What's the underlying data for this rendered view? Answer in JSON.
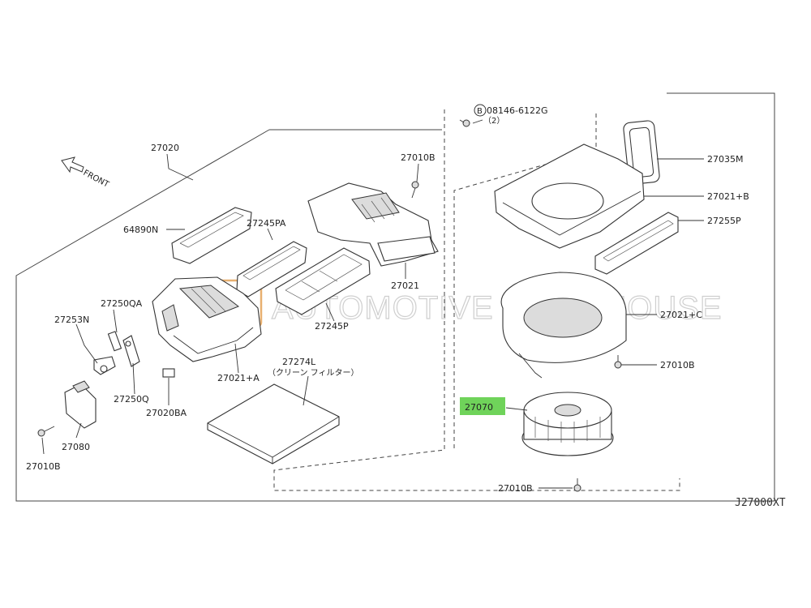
{
  "direction": {
    "label": "FRONT"
  },
  "callouts": {
    "c_27020": "27020",
    "c_27010b_top": "27010B",
    "c_64890n": "64890N",
    "c_27245pa": "27245PA",
    "c_27245p": "27245P",
    "c_27021": "27021",
    "c_27250qa": "27250QA",
    "c_27253n": "27253N",
    "c_27250q": "27250Q",
    "c_27021a": "27021+A",
    "c_27274l": "27274L",
    "c_27274l_note": "（クリーン フィルター）",
    "c_27020ba": "27020BA",
    "c_27080": "27080",
    "c_27010b_left": "27010B",
    "c_bolt": "08146-6122G",
    "c_bolt_qty": "（2）",
    "c_27035m": "27035M",
    "c_27021b": "27021+B",
    "c_27255p": "27255P",
    "c_27021c": "27021+C",
    "c_27010b_right": "27010B",
    "c_27070": "27070",
    "c_27010b_bottom": "27010B"
  },
  "highlight": {
    "part": "27070",
    "color": "#6fd35a"
  },
  "bolt_symbol": "B",
  "diagram_ref": "J27000XT",
  "watermark": "AUTOMOTIVE WAREHOUSE"
}
